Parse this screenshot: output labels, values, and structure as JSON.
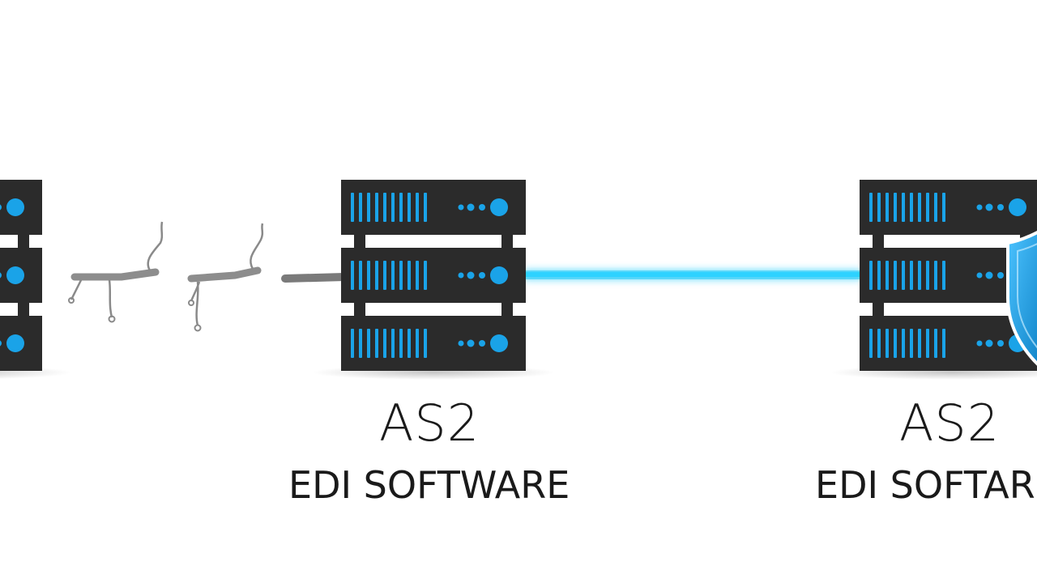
{
  "nodes": [
    {
      "id": "left-server",
      "title": "",
      "subtitle": ""
    },
    {
      "id": "center-server",
      "title": "AS2",
      "subtitle": "EDI SOFTWARE"
    },
    {
      "id": "right-server",
      "title": "AS2",
      "subtitle": "EDI SOFTAR"
    }
  ],
  "connections": [
    {
      "from": "left-server",
      "to": "center-server",
      "state": "broken"
    },
    {
      "from": "center-server",
      "to": "right-server",
      "state": "secure"
    }
  ],
  "colors": {
    "server_body": "#2b2b2b",
    "server_accent": "#1aa3e8",
    "secure_link": "#1ec8f5",
    "broken_wire": "#8a8a8a",
    "shield": "#1aa3e8",
    "text": "#1a1a1a"
  },
  "icons": [
    "server-rack-icon",
    "broken-cable-icon",
    "shield-icon"
  ]
}
